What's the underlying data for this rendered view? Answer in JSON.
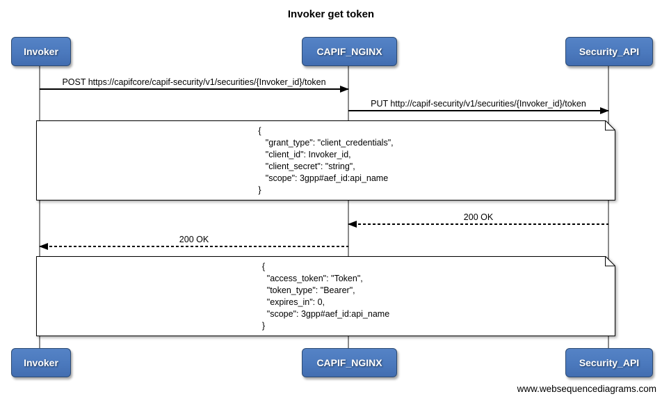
{
  "title": "Invoker get token",
  "actors": [
    {
      "label": "Invoker"
    },
    {
      "label": "CAPIF_NGINX"
    },
    {
      "label": "Security_API"
    }
  ],
  "messages": [
    {
      "label": "POST https://capifcore/capif-security/v1/securities/{Invoker_id}/token",
      "type": "solid",
      "direction": "right",
      "from": "Invoker",
      "to": "CAPIF_NGINX"
    },
    {
      "label": "PUT http://capif-security/v1/securities/{Invoker_id}/token",
      "type": "solid",
      "direction": "right",
      "from": "CAPIF_NGINX",
      "to": "Security_API"
    },
    {
      "label": "200 OK",
      "type": "dashed",
      "direction": "left",
      "from": "Security_API",
      "to": "CAPIF_NGINX"
    },
    {
      "label": "200 OK",
      "type": "dashed",
      "direction": "left",
      "from": "CAPIF_NGINX",
      "to": "Invoker"
    }
  ],
  "notes": [
    {
      "content": "{\n   \"grant_type\": \"client_credentials\",\n   \"client_id\": Invoker_id,\n   \"client_secret\": \"string\",\n   \"scope\": 3gpp#aef_id:api_name\n}"
    },
    {
      "content": "{\n  \"access_token\": \"Token\",\n  \"token_type\": \"Bearer\",\n  \"expires_in\": 0,\n  \"scope\": 3gpp#aef_id:api_name\n}"
    }
  ],
  "watermark": "www.websequencediagrams.com",
  "colors": {
    "actor_fill": "#4b79bd",
    "actor_border": "#2c4a72",
    "actor_text": "#ffffff",
    "lifeline": "#8a8a8a",
    "note_fill": "#ffffff",
    "line": "#000000",
    "background": "#ffffff"
  }
}
